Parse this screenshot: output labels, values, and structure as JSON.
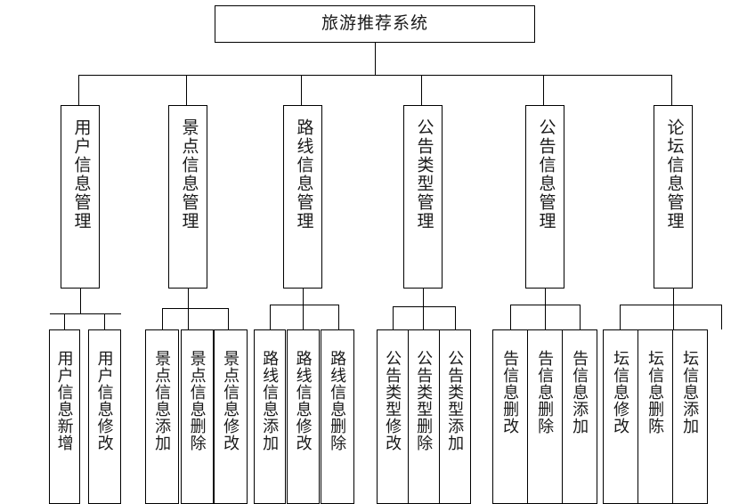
{
  "diagram": {
    "title": "旅游推荐系统",
    "type": "system-function-tree",
    "root": {
      "label": "旅游推荐系统"
    },
    "modules": [
      {
        "label": "用户信息管理",
        "children": [
          {
            "label": "用户信息新增"
          },
          {
            "label": "用户信息修改"
          }
        ]
      },
      {
        "label": "景点信息管理",
        "children": [
          {
            "label": "景点信息添加"
          },
          {
            "label": "景点信息删除"
          },
          {
            "label": "景点信息修改"
          }
        ]
      },
      {
        "label": "路线信息管理",
        "children": [
          {
            "label": "路线信息添加"
          },
          {
            "label": "路线信息修改"
          },
          {
            "label": "路线信息删除"
          }
        ]
      },
      {
        "label": "公告类型管理",
        "children": [
          {
            "label": "公告类型修改"
          },
          {
            "label": "公告类型删除"
          },
          {
            "label": "公告类型添加"
          }
        ]
      },
      {
        "label": "公告信息管理",
        "children": [
          {
            "label": "告信息删改"
          },
          {
            "label": "告信息删除"
          },
          {
            "label": "告信息添加"
          }
        ]
      },
      {
        "label": "论坛信息管理",
        "children": [
          {
            "label": "坛信息修改"
          },
          {
            "label": "坛信息删陈"
          },
          {
            "label": "坛信息添加"
          }
        ]
      }
    ],
    "colors": {
      "stroke": "#000000",
      "fill": "#ffffff",
      "text": "#1a1a1a"
    }
  }
}
